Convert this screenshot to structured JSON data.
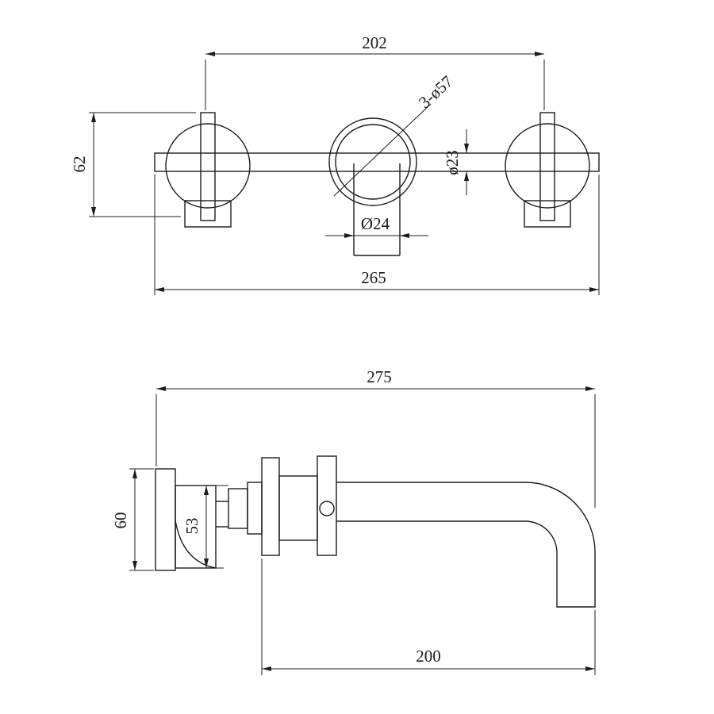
{
  "drawing": {
    "front_view": {
      "dim_hole_spacing": "202",
      "dim_handle_height": "62",
      "note_hole_diameters": "3-ø57",
      "dim_bar_diameter": "ø23",
      "dim_spout_outlet_diameter": "Ø24",
      "dim_overall_width": "265"
    },
    "side_view": {
      "dim_overall_depth": "275",
      "dim_valve_height": "60",
      "dim_base_height": "53",
      "dim_spout_reach": "200"
    },
    "colors": {
      "line": "#1c1c1c",
      "background": "#ffffff"
    }
  }
}
